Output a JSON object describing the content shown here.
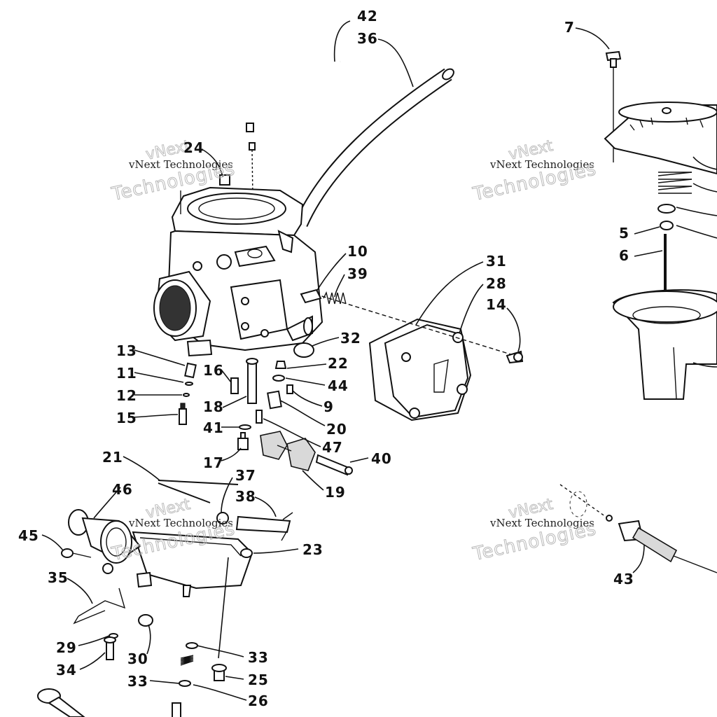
{
  "watermark": {
    "line1": "vNext Technologies",
    "line2": "Technologies",
    "line0": "vNext"
  },
  "callouts": [
    {
      "id": "42",
      "text": "42"
    },
    {
      "id": "36",
      "text": "36"
    },
    {
      "id": "7",
      "text": "7"
    },
    {
      "id": "24",
      "text": "24"
    },
    {
      "id": "5",
      "text": "5"
    },
    {
      "id": "6",
      "text": "6"
    },
    {
      "id": "10",
      "text": "10"
    },
    {
      "id": "39",
      "text": "39"
    },
    {
      "id": "31",
      "text": "31"
    },
    {
      "id": "28",
      "text": "28"
    },
    {
      "id": "14",
      "text": "14"
    },
    {
      "id": "32",
      "text": "32"
    },
    {
      "id": "13",
      "text": "13"
    },
    {
      "id": "11",
      "text": "11"
    },
    {
      "id": "12",
      "text": "12"
    },
    {
      "id": "15",
      "text": "15"
    },
    {
      "id": "16",
      "text": "16"
    },
    {
      "id": "18",
      "text": "18"
    },
    {
      "id": "22",
      "text": "22"
    },
    {
      "id": "44",
      "text": "44"
    },
    {
      "id": "9",
      "text": "9"
    },
    {
      "id": "20",
      "text": "20"
    },
    {
      "id": "41",
      "text": "41"
    },
    {
      "id": "47",
      "text": "47"
    },
    {
      "id": "17",
      "text": "17"
    },
    {
      "id": "40",
      "text": "40"
    },
    {
      "id": "21",
      "text": "21"
    },
    {
      "id": "37",
      "text": "37"
    },
    {
      "id": "38",
      "text": "38"
    },
    {
      "id": "19",
      "text": "19"
    },
    {
      "id": "46",
      "text": "46"
    },
    {
      "id": "45",
      "text": "45"
    },
    {
      "id": "23",
      "text": "23"
    },
    {
      "id": "35",
      "text": "35"
    },
    {
      "id": "43",
      "text": "43"
    },
    {
      "id": "29",
      "text": "29"
    },
    {
      "id": "30",
      "text": "30"
    },
    {
      "id": "33a",
      "text": "33"
    },
    {
      "id": "34",
      "text": "34"
    },
    {
      "id": "33b",
      "text": "33"
    },
    {
      "id": "25",
      "text": "25"
    },
    {
      "id": "26",
      "text": "26"
    }
  ]
}
